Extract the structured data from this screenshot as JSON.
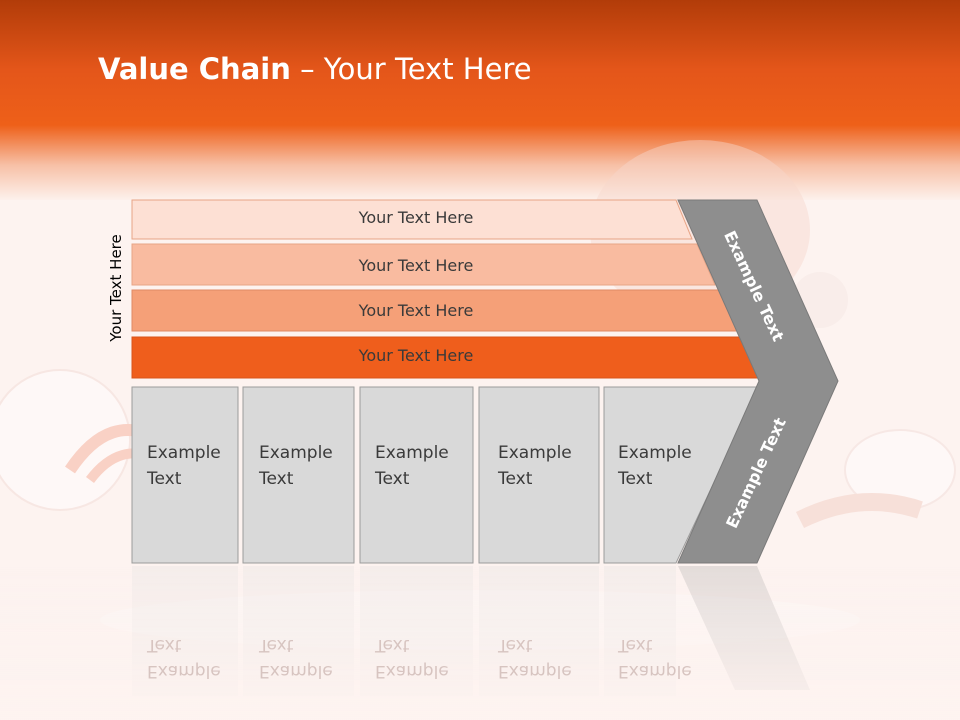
{
  "title": {
    "bold": "Value Chain",
    "rest": " – Your Text Here"
  },
  "side_label": "Your Text Here",
  "bands": [
    {
      "label": "Your Text Here"
    },
    {
      "label": "Your Text Here"
    },
    {
      "label": "Your Text Here"
    },
    {
      "label": "Your Text Here"
    }
  ],
  "boxes": [
    {
      "line1": "Example",
      "line2": "Text"
    },
    {
      "line1": "Example",
      "line2": "Text"
    },
    {
      "line1": "Example",
      "line2": "Text"
    },
    {
      "line1": "Example",
      "line2": "Text"
    },
    {
      "line1": "Example",
      "line2": "Text"
    }
  ],
  "chevron": {
    "upper": "Example Text",
    "lower": "Example Text"
  },
  "colors": {
    "header": "#e4561a",
    "band1": "#fde0d4",
    "band2": "#f9bba0",
    "band3": "#f5a078",
    "band4": "#ef5e1c",
    "box": "#d9d9d9",
    "chevron": "#8e8e8e"
  }
}
